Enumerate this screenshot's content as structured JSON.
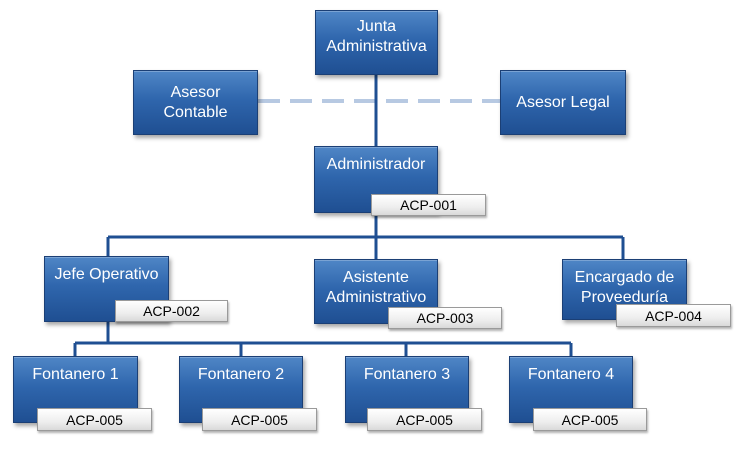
{
  "nodes": {
    "junta": "Junta\nAdministrativa",
    "asesor_contable": "Asesor\nContable",
    "asesor_legal": "Asesor Legal",
    "administrador": "Administrador",
    "jefe_operativo": "Jefe Operativo",
    "asistente": "Asistente\nAdministrativo",
    "encargado": "Encargado de\nProveeduría",
    "fontanero_1": "Fontanero 1",
    "fontanero_2": "Fontanero 2",
    "fontanero_3": "Fontanero 3",
    "fontanero_4": "Fontanero 4"
  },
  "codes": {
    "administrador": "ACP-001",
    "jefe_operativo": "ACP-002",
    "asistente": "ACP-003",
    "encargado": "ACP-004",
    "fontanero_1": "ACP-005",
    "fontanero_2": "ACP-005",
    "fontanero_3": "ACP-005",
    "fontanero_4": "ACP-005"
  },
  "colors": {
    "box": "#2f66ad",
    "line": "#1f4f92",
    "dashed_line": "#b7c9e2",
    "code_bg": "#eeeeee"
  }
}
